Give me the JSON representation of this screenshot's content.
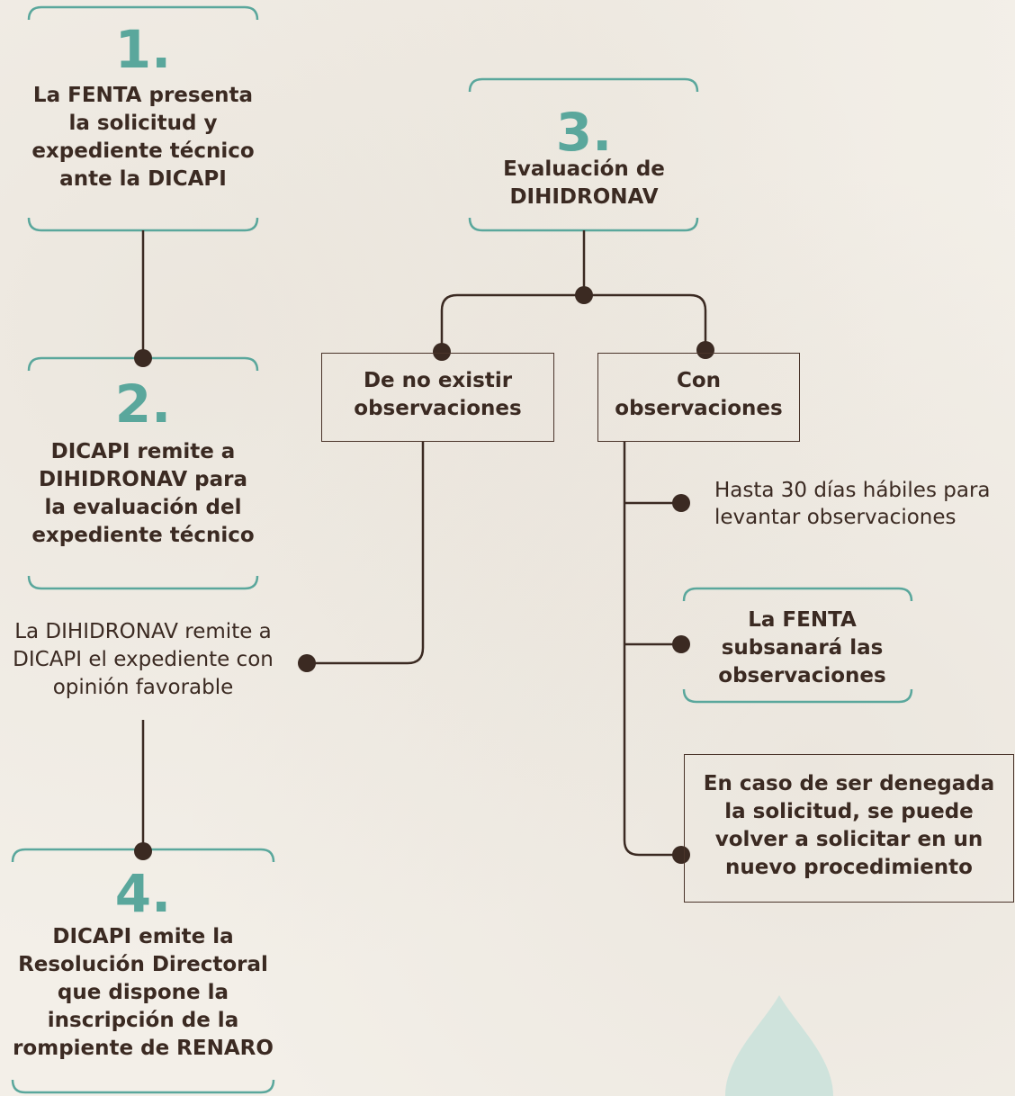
{
  "steps": [
    {
      "number": "1.",
      "text": "La FENTA presenta\nla solicitud y\nexpediente técnico\nante la DICAPI"
    },
    {
      "number": "2.",
      "text": "DICAPI remite a\nDIHIDRONAV para\nla evaluación del\nexpediente técnico"
    },
    {
      "number": "3.",
      "text": "Evaluación de\nDIHIDRONAV"
    },
    {
      "number": "4.",
      "text": "DICAPI emite la\nResolución Directoral\nque dispone la\ninscripción de la\nrompiente de RENARO"
    }
  ],
  "branches": {
    "no_observations": "De no existir\nobservaciones",
    "with_observations": "Con\nobservaciones"
  },
  "notes": {
    "favorable_opinion": "La DIHIDRONAV remite a\nDICAPI el expediente con\nopinión favorable",
    "thirty_days": "Hasta 30 días hábiles para\nlevantar observaciones",
    "fenta_fixes": "La FENTA\nsubsanará las\nobservaciones",
    "denied": "En caso de ser denegada\nla solicitud, se puede\nvolver a solicitar en un\nnuevo procedimiento"
  },
  "colors": {
    "teal": "#5aa79c",
    "brown": "#3b2a22",
    "background": "#f3efe8",
    "drop": "#cfe3dc"
  }
}
